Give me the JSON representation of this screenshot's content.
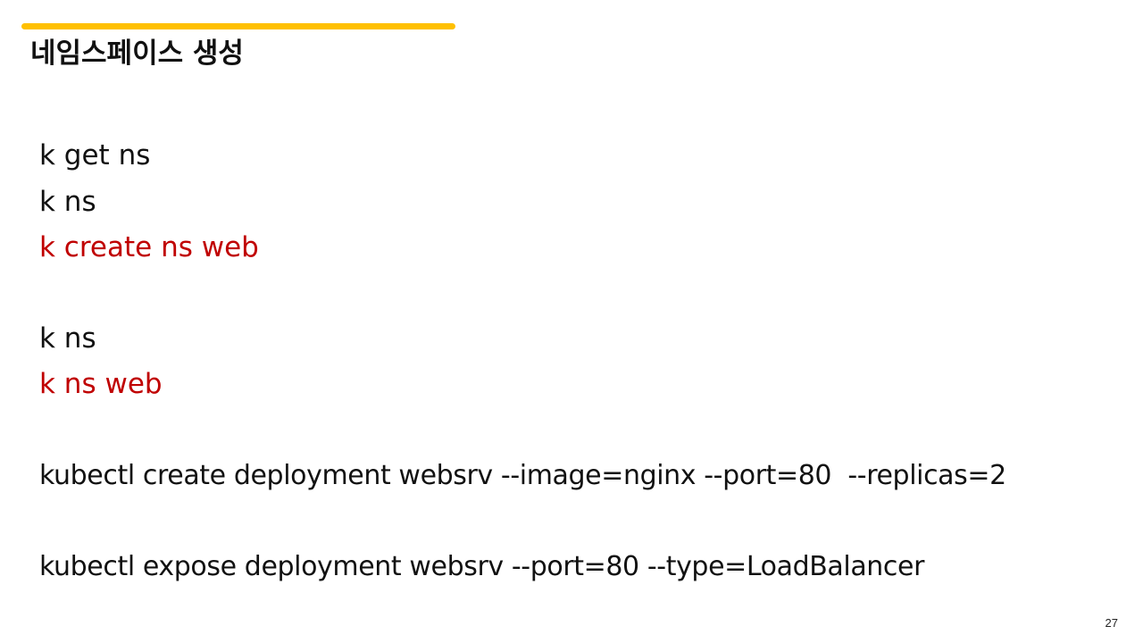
{
  "slide": {
    "title": "네임스페이스 생성",
    "page_number": "27",
    "accent_color": "#ffc000",
    "highlight_color": "#c00000"
  },
  "commands": [
    {
      "text": "k get ns",
      "highlight": false
    },
    {
      "text": "k ns",
      "highlight": false
    },
    {
      "text": "k create ns web",
      "highlight": true
    },
    {
      "text": "k ns",
      "highlight": false
    },
    {
      "text": "k ns web",
      "highlight": true
    },
    {
      "text": "kubectl create deployment websrv --image=nginx --port=80  --replicas=2",
      "highlight": false
    },
    {
      "text": "kubectl expose deployment websrv --port=80 --type=LoadBalancer",
      "highlight": false
    }
  ]
}
